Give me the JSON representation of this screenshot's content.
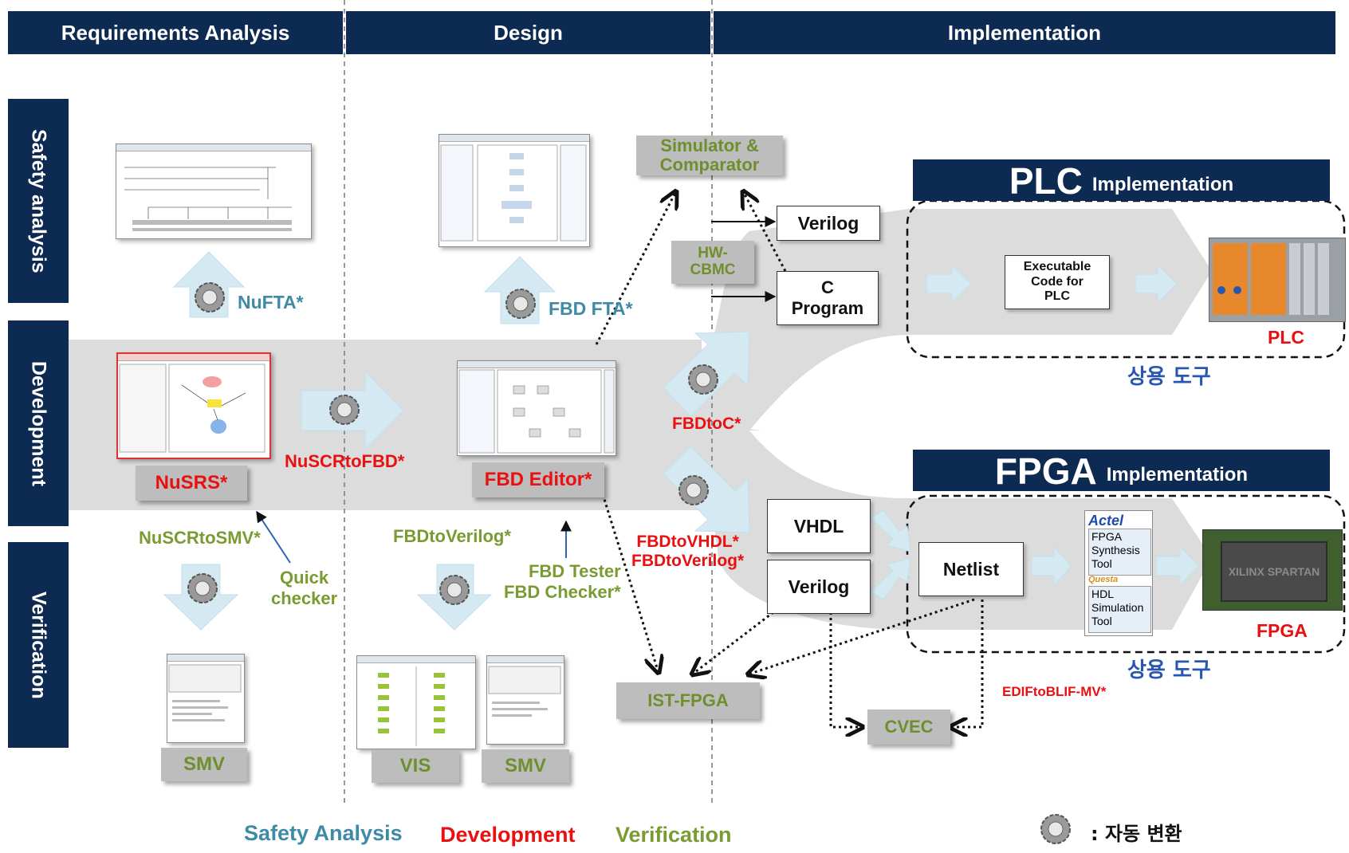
{
  "phases": [
    "Requirements Analysis",
    "Design",
    "Implementation"
  ],
  "rows": [
    "Safety analysis",
    "Development",
    "Verification"
  ],
  "tools": {
    "nufta": "NuFTA*",
    "fbd_fta": "FBD FTA*",
    "nusrs": "NuSRS*",
    "nuscr_to_fbd": "NuSCRtoFBD*",
    "fbd_editor": "FBD Editor*",
    "nuscr_to_smv": "NuSCRtoSMV*",
    "quick_checker_1": "Quick",
    "quick_checker_2": "checker",
    "fbd_to_verilog": "FBDtoVerilog*",
    "fbd_tester": "FBD Tester",
    "fbd_checker": "FBD Checker*",
    "smv_1": "SMV",
    "vis": "VIS",
    "smv_2": "SMV",
    "simulator_1": "Simulator &",
    "simulator_2": "Comparator",
    "hw_cbmc_1": "HW-",
    "hw_cbmc_2": "CBMC",
    "fbd_to_c": "FBDtoC*",
    "fbd_to_vhdl": "FBDtoVHDL*",
    "fbd_to_verilog_red": "FBDtoVerilog*",
    "ist_fpga": "IST-FPGA",
    "cvec": "CVEC",
    "edif_to_blif": "EDIFtoBLIF-MV*"
  },
  "plc": {
    "title_big": "PLC",
    "title_small": "Implementation",
    "verilog": "Verilog",
    "c_program_1": "C",
    "c_program_2": "Program",
    "exec_1": "Executable",
    "exec_2": "Code for",
    "exec_3": "PLC",
    "label": "PLC",
    "commercial": "상용 도구"
  },
  "fpga": {
    "title_big": "FPGA",
    "title_small": "Implementation",
    "vhdl": "VHDL",
    "verilog": "Verilog",
    "netlist": "Netlist",
    "actel": "Actel",
    "synth_1": "FPGA",
    "synth_2": "Synthesis",
    "synth_3": "Tool",
    "questa": "Questa",
    "hdl_1": "HDL",
    "hdl_2": "Simulation",
    "hdl_3": "Tool",
    "chip_text": "XILINX SPARTAN",
    "label": "FPGA",
    "commercial": "상용 도구"
  },
  "legend": {
    "safety": "Safety Analysis",
    "development": "Development",
    "verification": "Verification",
    "auto_conversion": ": 자동 변환"
  },
  "colors": {
    "navy": "#0d2a52",
    "red": "#e81010",
    "green": "#7a9a32",
    "teal": "#3f8aa6",
    "arrow": "#d4e9f2"
  }
}
